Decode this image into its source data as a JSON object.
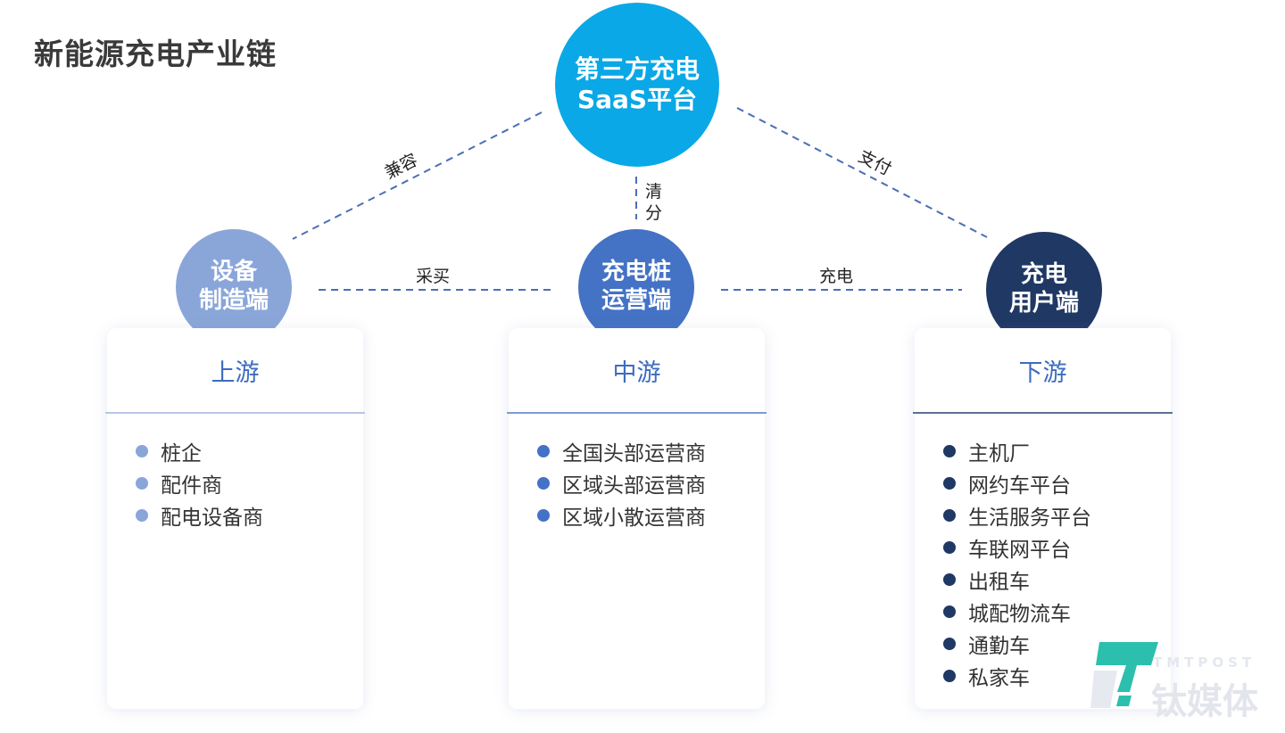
{
  "title": "新能源充电产业链",
  "nodes": {
    "saas": {
      "line1": "第三方充电",
      "line2": "SaaS平台",
      "color": "#0aa8e6"
    },
    "upstream": {
      "line1": "设备",
      "line2": "制造端",
      "color": "#8aa6d9"
    },
    "midstream": {
      "line1": "充电桩",
      "line2": "运营端",
      "color": "#4472c4"
    },
    "downstream": {
      "line1": "充电",
      "line2": "用户端",
      "color": "#203864"
    }
  },
  "edges": {
    "saas_upstream": "兼容",
    "saas_midstream_1": "清",
    "saas_midstream_2": "分",
    "saas_downstream": "支付",
    "upstream_midstream": "采买",
    "midstream_downstream": "充电",
    "line_color": "#4a6fb5"
  },
  "cards": [
    {
      "title": "上游",
      "dot_color": "#8aa6d9",
      "items": [
        "桩企",
        "配件商",
        "配电设备商"
      ]
    },
    {
      "title": "中游",
      "dot_color": "#4472c4",
      "items": [
        "全国头部运营商",
        "区域头部运营商",
        "区域小散运营商"
      ]
    },
    {
      "title": "下游",
      "dot_color": "#203864",
      "items": [
        "主机厂",
        "网约车平台",
        "生活服务平台",
        "车联网平台",
        "出租车",
        "城配物流车",
        "通勤车",
        "私家车"
      ]
    }
  ],
  "watermark": {
    "en": "TMTPOST",
    "cn": "钛媒体",
    "accent": "#2dbfae"
  }
}
